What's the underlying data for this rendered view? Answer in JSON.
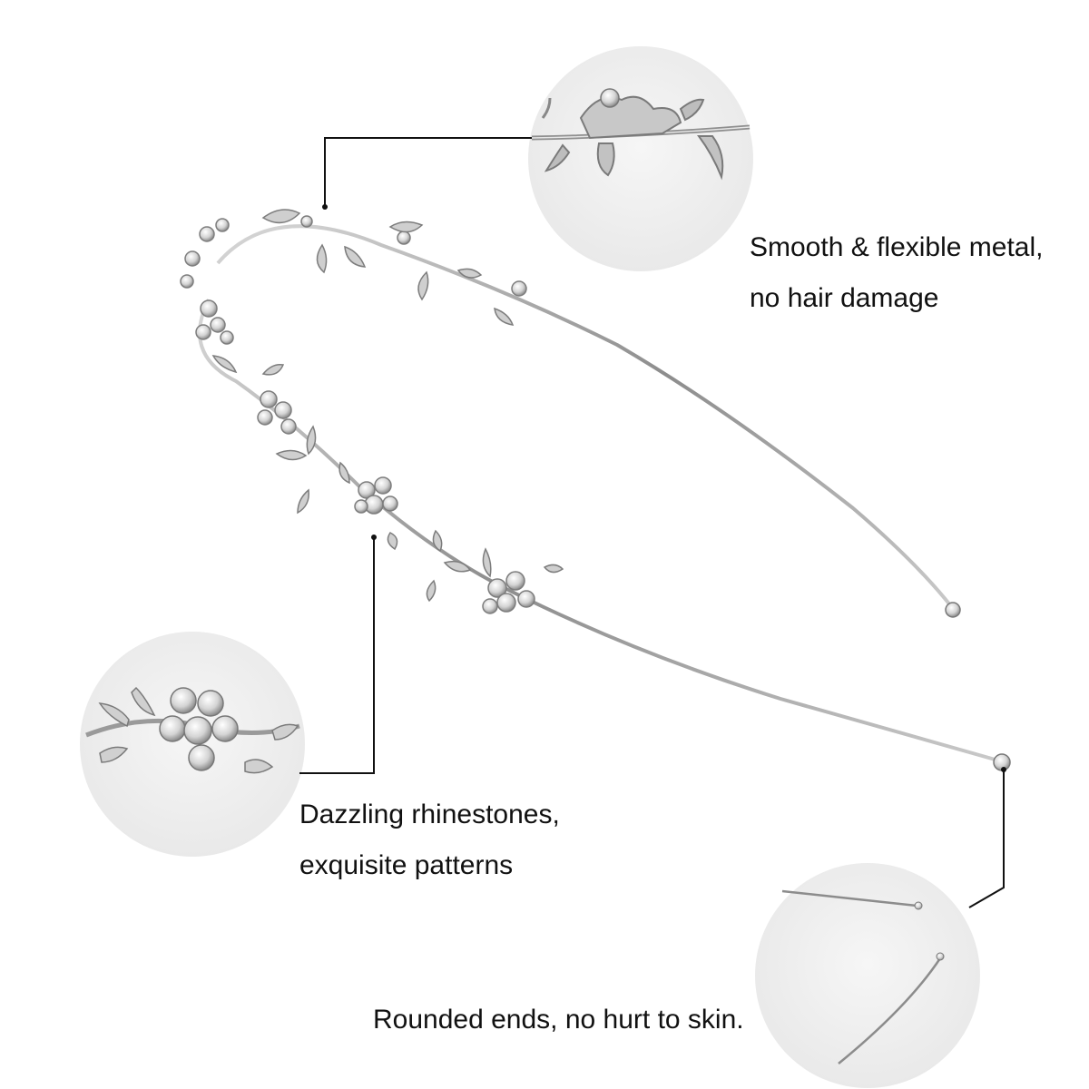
{
  "features": {
    "metal": {
      "line1": "Smooth & flexible metal,",
      "line2": "no hair damage"
    },
    "rhinestones": {
      "line1": "Dazzling rhinestones,",
      "line2": "exquisite patterns"
    },
    "ends": {
      "line1": "Rounded ends, no hurt to skin."
    }
  },
  "colors": {
    "background": "#ffffff",
    "circle": "#f0f0f0",
    "leader_line": "#111111",
    "metal": "#9a9a9a"
  }
}
